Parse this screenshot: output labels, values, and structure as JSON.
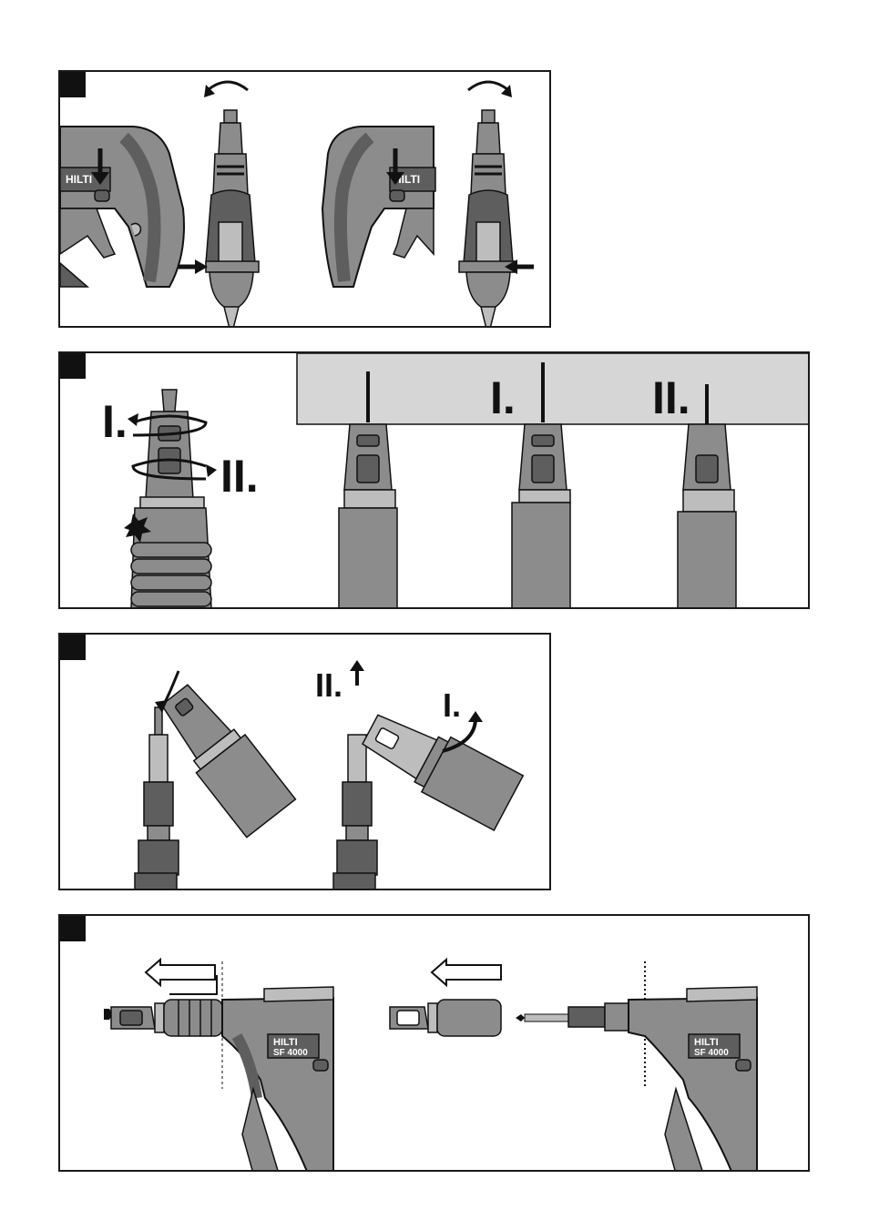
{
  "colors": {
    "ink": "#111111",
    "tool_body": "#8c8c8c",
    "tool_dark": "#5e5e5e",
    "tool_light": "#bdbdbd",
    "wall": "#d6d6d6"
  },
  "figures": [
    {
      "marker": "figure-1-marker"
    },
    {
      "marker": "figure-2-marker",
      "step_labels": {
        "first": "I.",
        "second": "II."
      }
    },
    {
      "marker": "figure-3-marker",
      "step_labels": {
        "first": "I.",
        "second": "II."
      }
    },
    {
      "marker": "figure-4-marker"
    }
  ],
  "tool": {
    "brand": "HILTI",
    "model": "SF 4000",
    "model_cropped": "F 4000"
  },
  "icons": {
    "rotate": "rotate-arrow-icon",
    "push": "push-arrow-icon",
    "pull": "pull-out-arrow-icon",
    "impact": "impact-star-icon"
  }
}
